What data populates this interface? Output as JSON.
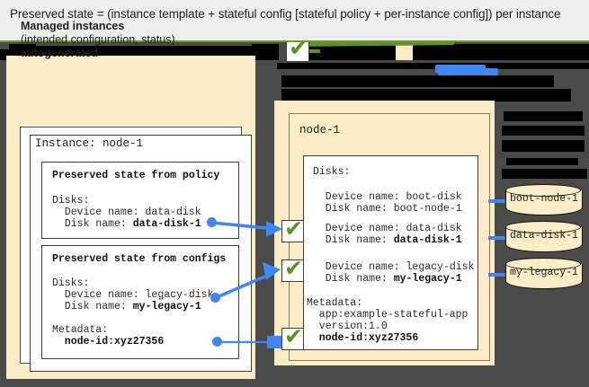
{
  "header": {
    "caption": "Preserved state = (instance template + stateful config [stateful policy + per-instance config]) per instance"
  },
  "left_panel": {
    "title_line1": "Managed instances",
    "title_line2": "(intended configuration, status)",
    "title_line3": "autogenerated",
    "instance_label": "Instance: node-1",
    "policy_box": {
      "title": "Preserved state from policy",
      "disks_label": "Disks:",
      "device_name": "  Device name: data-disk",
      "disk_name_prefix": "  Disk name: ",
      "disk_name_value": "data-disk-1"
    },
    "configs_box": {
      "title": "Preserved state from configs",
      "disks_label": "Disks:",
      "device_name": "  Device name: legacy-disk",
      "disk_name_prefix": "  Disk name: ",
      "disk_name_value": "my-legacy-1",
      "metadata_label": "Metadata:",
      "metadata_value": "  node-id:xyz27356"
    }
  },
  "right_panel": {
    "node_label": "node-1",
    "disks_label": "Disks:",
    "boot_device": "  Device name: boot-disk",
    "boot_disk": "  Disk name: boot-node-1",
    "data_device": "  Device name: data-disk",
    "data_disk_prefix": "  Disk name: ",
    "data_disk_value": "data-disk-1",
    "legacy_device": "  Device name: legacy-disk",
    "legacy_disk_prefix": "  Disk name: ",
    "legacy_disk_value": "my-legacy-1",
    "metadata_label": "Metadata:",
    "metadata_app": "  app:example-stateful-app",
    "metadata_version": "  version:1.0",
    "metadata_nodeid": "  node-id:xyz27356"
  },
  "disks": [
    {
      "name": "boot-node-1"
    },
    {
      "name": "data-disk-1"
    },
    {
      "name": "my-legacy-1"
    }
  ],
  "icons": {
    "check": "✔"
  },
  "colors": {
    "beige": "#fdecc8",
    "dark_bg": "#4a4a48",
    "redaction": "#000000",
    "accent_blue": "#4285f4",
    "accent_green": "#5f9024",
    "header_bg": "#eeeeee"
  }
}
